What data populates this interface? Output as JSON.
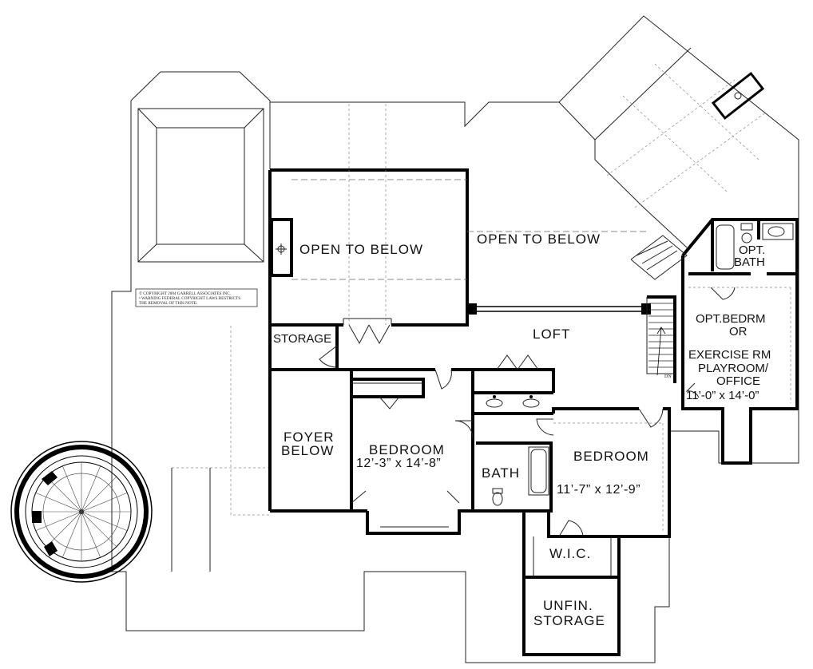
{
  "labels": {
    "open_to_below_1": "OPEN TO BELOW",
    "open_to_below_2": "OPEN TO BELOW",
    "storage": "STORAGE",
    "loft": "LOFT",
    "opt_bath_line1": "OPT.",
    "opt_bath_line2": "BATH",
    "opt_bedroom_line1": "OPT.BEDRM",
    "opt_bedroom_line2": "OR",
    "opt_bedroom_line3": "EXERCISE RM",
    "opt_bedroom_line4": "PLAYROOM/",
    "opt_bedroom_line5": "OFFICE",
    "opt_bedroom_dim": "11’-0” x 14’-0”",
    "foyer_line1": "FOYER",
    "foyer_line2": "BELOW",
    "bedroom1_name": "BEDROOM",
    "bedroom1_dim": "12’-3” x 14’-8”",
    "bath": "BATH",
    "bedroom2_name": "BEDROOM",
    "bedroom2_dim": "11’-7” x 12’-9”",
    "wic": "W.I.C.",
    "unfin_line1": "UNFIN.",
    "unfin_line2": "STORAGE",
    "stair_dn": "DN"
  },
  "copyright": {
    "line1": "© COPYRIGHT 2004 GARRELL ASSOCIATES INC.",
    "line2": "• WARNING FEDERAL COPYRIGHT LAWS RESTRICTS",
    "line3": "THE REMOVAL OF THIS NOTE:"
  }
}
